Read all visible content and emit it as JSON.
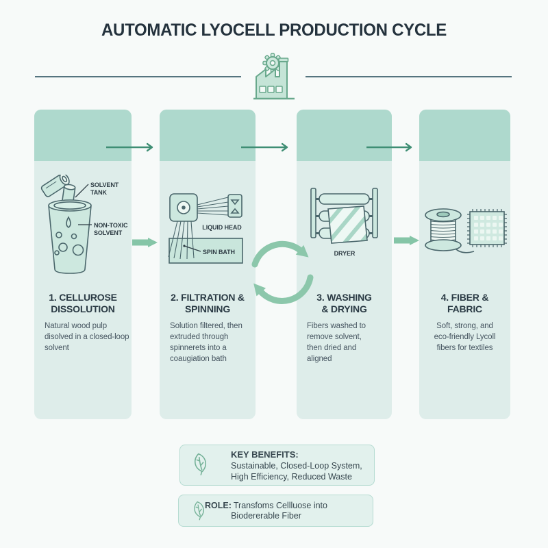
{
  "header": {
    "title": "AUTOMATIC LYOCELL PRODUCTION CYCLE",
    "factory_icon": "factory-with-gear-icon"
  },
  "colors": {
    "page_bg": "#f7faf9",
    "panel_body": "#deedea",
    "panel_band": "#aed9cd",
    "thin_arrow": "#3f8e74",
    "thick_arrow": "#85c5a7",
    "cycle_arrow": "#8cc7ab",
    "icon_stroke": "#4a666b",
    "icon_fill": "#cde8df",
    "heading_text": "#2a3a44",
    "body_text": "#465560",
    "card_bg": "#e2f1ed",
    "card_border": "#b5dbd1",
    "leaf_green": "#74b197"
  },
  "stages": [
    {
      "heading_line1": "1. CELLUROSE",
      "heading_line2": "DISSOLUTION",
      "desc_lines": [
        "Natural wood pulp",
        "disolved in a closed-loop",
        "solvent"
      ],
      "icon": "wood-pulp-solvent-tank-icon",
      "labels": {
        "tank_l1": "SOLVENT",
        "tank_l2": "TANK",
        "solvent_l1": "NON-TOXIC",
        "solvent_l2": "SOLVENT"
      }
    },
    {
      "heading_line1": "2. FILTRATION &",
      "heading_line2": "SPINNING",
      "desc_lines": [
        "Solution filtered, then",
        "extruded through",
        "spinnerets into a",
        "coaugiation bath"
      ],
      "icon": "spinneret-spin-bath-icon",
      "labels": {
        "liquid_head": "LIQUID HEAD",
        "spin_bath": "SPIN BATH"
      }
    },
    {
      "heading_line1": "3. WASHING",
      "heading_line2": "& DRYING",
      "desc_lines": [
        "Fibers washed to",
        "remove solvent,",
        "then dried and",
        "aligned"
      ],
      "icon": "dryer-rollers-icon",
      "labels": {
        "dryer": "DRYER"
      }
    },
    {
      "heading_line1": "4. FIBER &",
      "heading_line2": "FABRIC",
      "desc_lines": [
        "Soft, strong, and",
        "eco-friendly Lycoll",
        "fibers for textiles"
      ],
      "icon": "thread-spool-and-fabric-swatch-icon",
      "labels": {}
    }
  ],
  "benefits": {
    "label": "KEY BENEFITS:",
    "lines": [
      "Sustainable, Closed-Loop System,",
      "High Efficiency, Reduced Waste"
    ]
  },
  "role": {
    "label": "ROLE:",
    "line1_rest": "Transfoms Cellluose into",
    "line2": "Biodererable Fiber"
  }
}
